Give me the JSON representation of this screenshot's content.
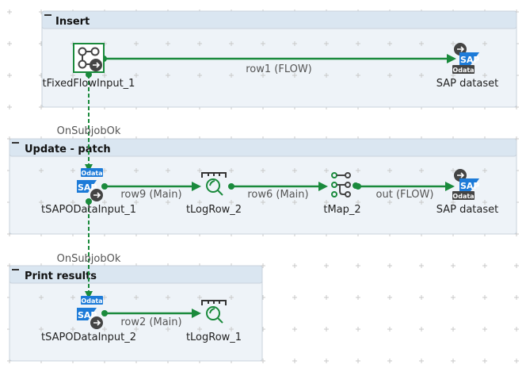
{
  "colors": {
    "flow": "#1a8a3c",
    "subjob_bg": "#eef3f8",
    "subjob_header": "#dae6f1",
    "sap_blue": "#1d7bd8"
  },
  "subjobs": [
    {
      "title": "Insert"
    },
    {
      "title": "Update - patch"
    },
    {
      "title": "Print results"
    }
  ],
  "components": [
    {
      "label": "tFixedFlowInput_1",
      "icon": "fixed-flow-input-icon"
    },
    {
      "label": "SAP dataset",
      "icon": "sap-odata-output-icon"
    },
    {
      "label": "tSAPODataInput_1",
      "icon": "sap-odata-input-icon"
    },
    {
      "label": "tLogRow_2",
      "icon": "log-row-icon"
    },
    {
      "label": "tMap_2",
      "icon": "map-icon"
    },
    {
      "label": "SAP dataset",
      "icon": "sap-odata-output-icon"
    },
    {
      "label": "tSAPODataInput_2",
      "icon": "sap-odata-input-icon"
    },
    {
      "label": "tLogRow_1",
      "icon": "log-row-icon"
    }
  ],
  "connections": [
    {
      "label": "row1 (FLOW)"
    },
    {
      "label": "OnSubjobOk"
    },
    {
      "label": "row9 (Main)"
    },
    {
      "label": "row6 (Main)"
    },
    {
      "label": "out (FLOW)"
    },
    {
      "label": "OnSubjobOk"
    },
    {
      "label": "row2 (Main)"
    }
  ],
  "sap_text": "SAP",
  "odata_text": "Odata"
}
